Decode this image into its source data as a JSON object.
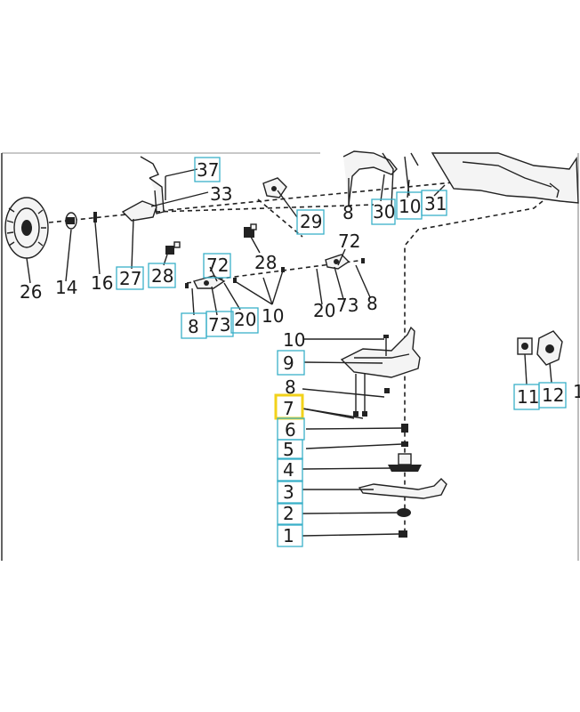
{
  "diagram": {
    "callouts": {
      "c1": "1",
      "c2": "2",
      "c3": "3",
      "c4": "4",
      "c5": "5",
      "c6": "6",
      "c7": "7",
      "c8_mid": "8",
      "c9": "9",
      "c10_mid": "10",
      "c11": "11",
      "c12": "12",
      "c12_cut": "1",
      "c14": "14",
      "c16": "16",
      "c20_left": "20",
      "c20_right": "20",
      "c26": "26",
      "c27": "27",
      "c28_left": "28",
      "c28_mid": "28",
      "c29": "29",
      "c30": "30",
      "c10_top": "10",
      "c31": "31",
      "c33": "33",
      "c37": "37",
      "c8_top": "8",
      "c8_left": "8",
      "c8_right": "8",
      "c72_left": "72",
      "c72_right": "72",
      "c73_left": "73",
      "c73_right": "73",
      "c10_center": "10"
    },
    "highlighted": "7"
  }
}
